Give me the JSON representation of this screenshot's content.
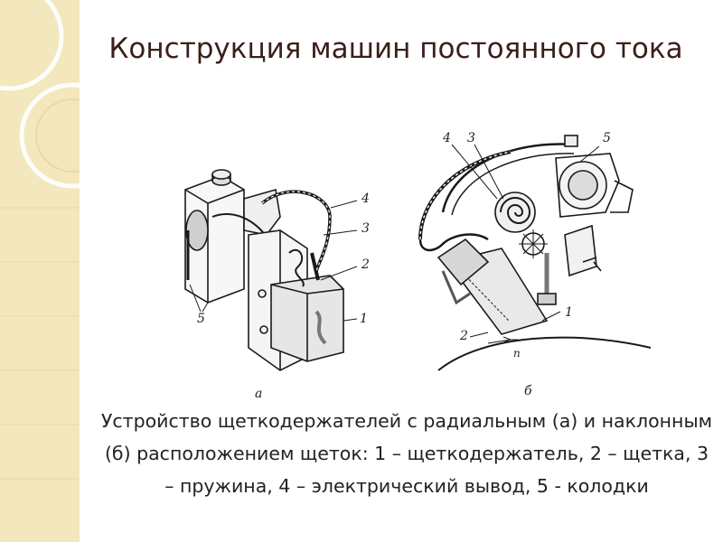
{
  "slide": {
    "title": "Конструкция машин постоянного тока",
    "caption": "Устройство щеткодержателей с радиальным (а) и наклонным (б) расположением щеток: 1 – щеткодержатель, 2 – щетка, 3 – пружина, 4 – электрический вывод, 5 - колодки"
  },
  "figure": {
    "a": {
      "label": "а",
      "callouts": [
        "4",
        "3",
        "2",
        "1",
        "5"
      ]
    },
    "b": {
      "label": "б",
      "callouts": [
        "4",
        "3",
        "5",
        "1",
        "2"
      ],
      "rotation_label": "n"
    }
  },
  "colors": {
    "side_band": "#f3e7bd",
    "title": "#3b1f1a",
    "text": "#222222"
  }
}
